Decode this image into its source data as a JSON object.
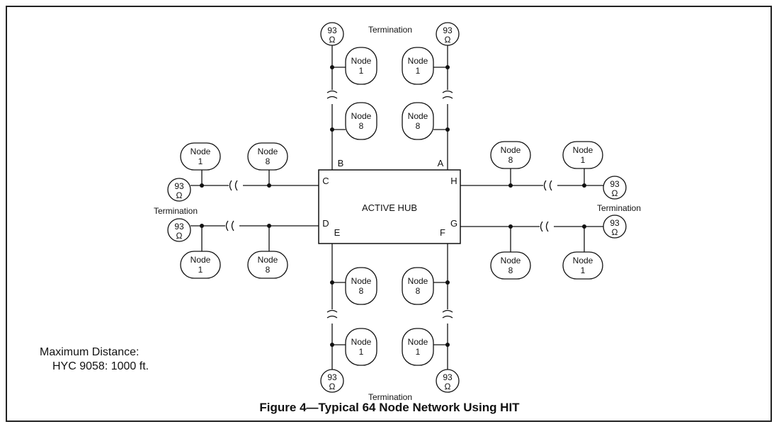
{
  "hub": {
    "label": "ACTIVE HUB",
    "ports": {
      "A": "A",
      "B": "B",
      "C": "C",
      "D": "D",
      "E": "E",
      "F": "F",
      "G": "G",
      "H": "H"
    }
  },
  "node": {
    "word": "Node",
    "first": "1",
    "last": "8"
  },
  "termination": {
    "value": "93",
    "unit": "Ω",
    "label": "Termination"
  },
  "note": {
    "line1": "Maximum Distance:",
    "line2": "HYC 9058:  1000 ft."
  },
  "caption": "Figure 4—Typical 64 Node Network Using HIT"
}
